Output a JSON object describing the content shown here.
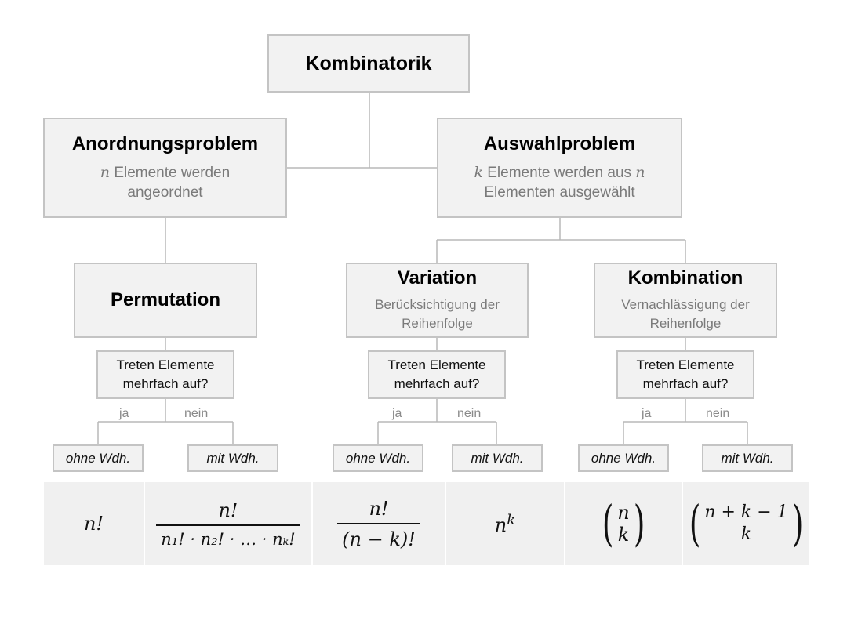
{
  "root": {
    "title": "Kombinatorik"
  },
  "arrangement": {
    "title": "Anordnungsproblem",
    "sub_var": "n",
    "sub_rest": " Elemente werden",
    "sub_line2": "angeordnet"
  },
  "selection": {
    "title": "Auswahlproblem",
    "sub_var1": "k",
    "sub_mid": " Elemente werden aus ",
    "sub_var2": "n",
    "sub_line2": "Elementen ausgewählt"
  },
  "permutation": {
    "title": "Permutation"
  },
  "variation": {
    "title": "Variation",
    "sub_line1": "Berücksichtigung der",
    "sub_line2": "Reihenfolge"
  },
  "combination": {
    "title": "Kombination",
    "sub_line1": "Vernachlässigung der",
    "sub_line2": "Reihenfolge"
  },
  "question": {
    "line1": "Treten Elemente",
    "line2": "mehrfach auf?"
  },
  "branch": {
    "yes": "ja",
    "no": "nein"
  },
  "leaf": {
    "without": "ohne Wdh.",
    "with": "mit Wdh."
  },
  "formulas": {
    "perm_without": "n!",
    "perm_with_num": "n!",
    "perm_with_den": "n₁! · n₂! · … · nₖ!",
    "var_without_num": "n!",
    "var_without_den": "(n − k)!",
    "var_with_base": "n",
    "var_with_exp": "k",
    "comb_without_top": "n",
    "comb_without_bottom": "k",
    "comb_with_top": "n + k − 1",
    "comb_with_bottom": "k"
  }
}
